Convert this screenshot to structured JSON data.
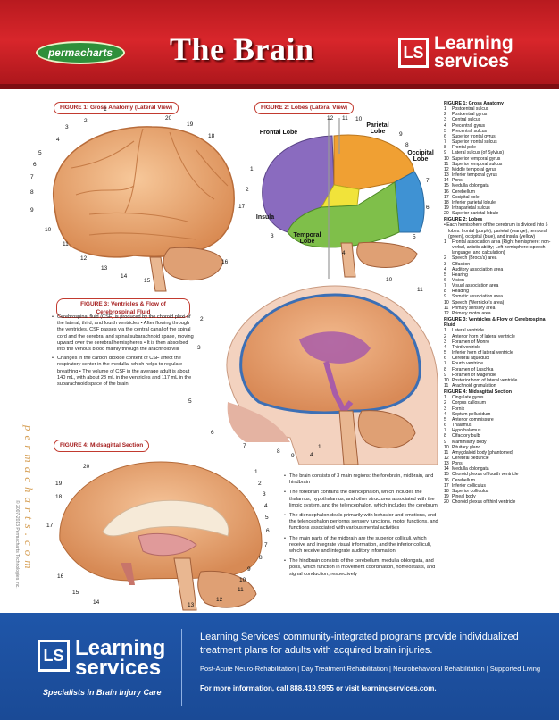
{
  "header": {
    "publisher_logo": "permacharts",
    "title": "The Brain",
    "brand": {
      "mark": "LS",
      "line1": "Learning",
      "line2": "services"
    }
  },
  "side": {
    "brand_vertical": "permacharts.com",
    "copyright": "© 2007-2013 Permacharts Technologies Inc."
  },
  "figures": {
    "fig1": {
      "label": "FIGURE 1: Gross Anatomy (Lateral View)",
      "numbers": [
        "1",
        "2",
        "3",
        "4",
        "5",
        "6",
        "7",
        "8",
        "9",
        "10",
        "11",
        "12",
        "13",
        "14",
        "15",
        "16",
        "17",
        "18",
        "19",
        "20"
      ]
    },
    "fig2": {
      "label": "FIGURE 2: Lobes (Lateral View)",
      "lobes": {
        "frontal": "Frontal Lobe",
        "parietal": "Parietal Lobe",
        "occipital": "Occipital Lobe",
        "insula": "Insula",
        "temporal": "Temporal Lobe"
      },
      "numbers": [
        "1",
        "2",
        "3",
        "4",
        "5",
        "6",
        "7",
        "8",
        "9",
        "10",
        "11",
        "12"
      ]
    },
    "fig3": {
      "label_line1": "FIGURE 3: Ventricles & Flow of",
      "label_line2": "Cerebrospinal Fluid",
      "numbers": [
        "1",
        "2",
        "3",
        "4",
        "5",
        "6",
        "7",
        "8",
        "9",
        "10",
        "11"
      ],
      "bullets": [
        "Cerebrospinal fluid (CSF) is produced by the choroid plexi of the lateral, third, and fourth ventricles • After flowing through the ventricles, CSF passes via the central canal of the spinal cord and the cerebral and spinal subarachnoid space, moving upward over the cerebral hemispheres • It is then absorbed into the venous blood mainly through the arachnoid villi",
        "Changes in the carbon dioxide content of CSF affect the respiratory center in the medulla, which helps to regulate breathing • The volume of CSF in the average adult is about 140 mL, with about 23 mL in the ventricles and 117 mL in the subarachnoid space of the brain"
      ]
    },
    "fig4": {
      "label": "FIGURE 4: Midsagittal Section",
      "numbers": [
        "1",
        "2",
        "3",
        "4",
        "5",
        "6",
        "7",
        "8",
        "9",
        "10",
        "11",
        "12",
        "13",
        "14",
        "15",
        "16",
        "17",
        "18",
        "19",
        "20"
      ]
    }
  },
  "main_bullets": [
    "The brain consists of 3 main regions: the forebrain, midbrain, and hindbrain",
    "The forebrain contains the diencephalon, which includes the thalamus, hypothalamus, and other structures associated with the limbic system, and the telencephalon, which includes the cerebrum",
    "The diencephalon deals primarily with behavior and emotions, and the telencephalon performs sensory functions, motor functions, and functions associated with various mental activities",
    "The main parts of the midbrain are the superior colliculi, which receive and integrate visual information, and the inferior colliculi, which receive and integrate auditory information",
    "The hindbrain consists of the cerebellum, medulla oblongata, and pons, which function in movement coordination, homeostasis, and signal conduction, respectively"
  ],
  "legend": {
    "fig1": {
      "head": "FIGURE 1: Gross Anatomy",
      "items": [
        "Postcentral sulcus",
        "Postcentral gyrus",
        "Central sulcus",
        "Precentral gyrus",
        "Precentral sulcus",
        "Superior frontal gyrus",
        "Superior frontal sulcus",
        "Frontal pole",
        "Lateral sulcus (of Sylvius)",
        "Superior temporal gyrus",
        "Superior temporal sulcus",
        "Middle temporal gyrus",
        "Inferior temporal gyrus",
        "Pons",
        "Medulla oblongata",
        "Cerebellum",
        "Occipital pole",
        "Inferior parietal lobule",
        "Intraparietal sulcus",
        "Superior parietal lobule"
      ]
    },
    "fig2": {
      "head": "FIGURE 2: Lobes",
      "note": "• Each hemisphere of the cerebrum is divided into 5 lobes: frontal (purple), parietal (orange), temporal (green), occipital (blue), and insula (yellow)",
      "items": [
        "Frontal association area (Right hemisphere: non-verbal, artistic ability; Left hemisphere: speech, language, and calculation)",
        "Speech (Broca's) area",
        "Olfaction",
        "Auditory association area",
        "Hearing",
        "Vision",
        "Visual association area",
        "Reading",
        "Somatic association area",
        "Speech (Wernicke's area)",
        "Primary sensory area",
        "Primary motor area"
      ]
    },
    "fig3": {
      "head": "FIGURE 3: Ventricles & Flow of Cerebrospinal Fluid",
      "items": [
        "Lateral ventricle",
        "Anterior horn of lateral ventricle",
        "Foramen of Monro",
        "Third ventricle",
        "Inferior horn of lateral ventricle",
        "Cerebral aqueduct",
        "Fourth ventricle",
        "Foramen of Luschka",
        "Foramen of Magendie",
        "Posterior horn of lateral ventricle",
        "Arachnoid granulation"
      ]
    },
    "fig4": {
      "head": "FIGURE 4: Midsagittal Section",
      "items": [
        "Cingulate gyrus",
        "Corpus callosum",
        "Fornix",
        "Septum pellucidum",
        "Anterior commissure",
        "Thalamus",
        "Hypothalamus",
        "Olfactory bulb",
        "Mammillary body",
        "Pituitary gland",
        "Amygdaloid body (phantomed)",
        "Cerebral peduncle",
        "Pons",
        "Medulla oblongata",
        "Choroid plexus of fourth ventricle",
        "Cerebellum",
        "Inferior colliculus",
        "Superior colliculus",
        "Pineal body",
        "Choroid plexus of third ventricle"
      ]
    }
  },
  "footer": {
    "brand": {
      "mark": "LS",
      "line1": "Learning",
      "line2": "services"
    },
    "tagline": "Specialists in Brain Injury Care",
    "description": "Learning Services' community-integrated programs provide individualized treatment plans for adults with acquired brain injuries.",
    "services": "Post-Acute Neuro-Rehabilitation | Day Treatment Rehabilitation | Neurobehavioral Rehabilitation | Supported Living",
    "contact": "For more information, call 888.419.9955 or visit learningservices.com."
  },
  "colors": {
    "header_red": "#c71f24",
    "footer_blue": "#1d52a2",
    "frontal_lobe": "#8a6bbf",
    "parietal_lobe": "#f0a033",
    "temporal_lobe": "#7fbf4a",
    "occipital_lobe": "#3f92d3",
    "insula": "#f1e33a"
  }
}
